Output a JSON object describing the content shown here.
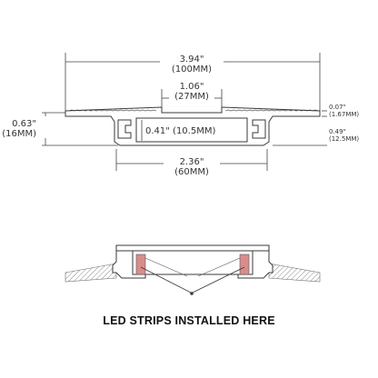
{
  "top_view": {
    "overall_width": {
      "inch": "3.94\"",
      "mm": "(100MM)"
    },
    "channel_opening": {
      "inch": "1.06\"",
      "mm": "(27MM)"
    },
    "overall_height": {
      "inch": "0.63\"",
      "mm": "(16MM)"
    },
    "inner_depth": {
      "label": "0.41\" (10.5MM)"
    },
    "flange_thickness": {
      "inch": "0.07\"",
      "mm": "(1.67MM)"
    },
    "body_height": {
      "inch": "0.49\"",
      "mm": "(12.5MM)"
    },
    "body_width": {
      "inch": "2.36\"",
      "mm": "(60MM)"
    }
  },
  "bottom_view": {
    "caption": "LED STRIPS INSTALLED HERE"
  },
  "colors": {
    "line": "#3a3a3a",
    "led": "#d98c8c",
    "hatch": "#8a8a8a"
  }
}
